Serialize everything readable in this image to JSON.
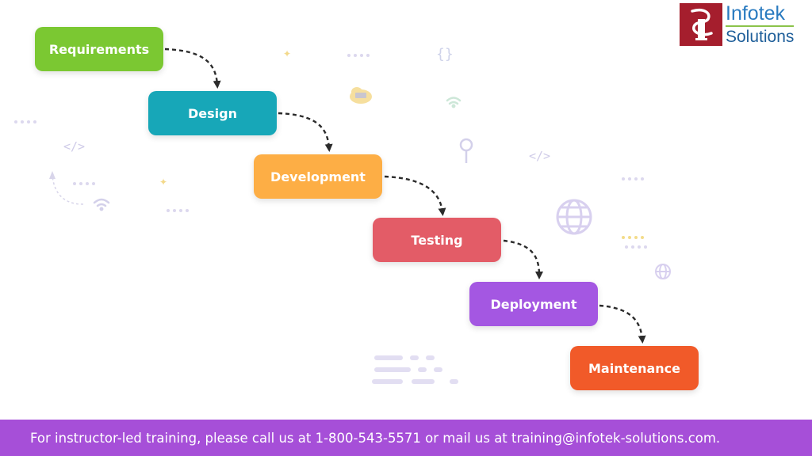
{
  "steps": [
    {
      "label": "Requirements",
      "color": "#7bc832"
    },
    {
      "label": "Design",
      "color": "#17a7b8"
    },
    {
      "label": "Development",
      "color": "#fdae45"
    },
    {
      "label": "Testing",
      "color": "#e35c67"
    },
    {
      "label": "Deployment",
      "color": "#a457e2"
    },
    {
      "label": "Maintenance",
      "color": "#f15a29"
    }
  ],
  "logo": {
    "line1": "Infotek",
    "line2": "Solutions",
    "colors": {
      "mark": "#a51e2d",
      "text": "#2a7bc0",
      "rule": "#8bc34a"
    }
  },
  "footer": {
    "text": "For instructor-led training, please call us at 1-800-543-5571 or mail us at training@infotek-solutions.com.",
    "color": "#a64fd8"
  },
  "decor_icons": [
    "code-tag-icon",
    "curly-braces-icon",
    "wifi-icon",
    "cloud-icon",
    "search-icon",
    "globe-icon",
    "sparkle-icon",
    "dots-icon",
    "text-lines-icon"
  ]
}
